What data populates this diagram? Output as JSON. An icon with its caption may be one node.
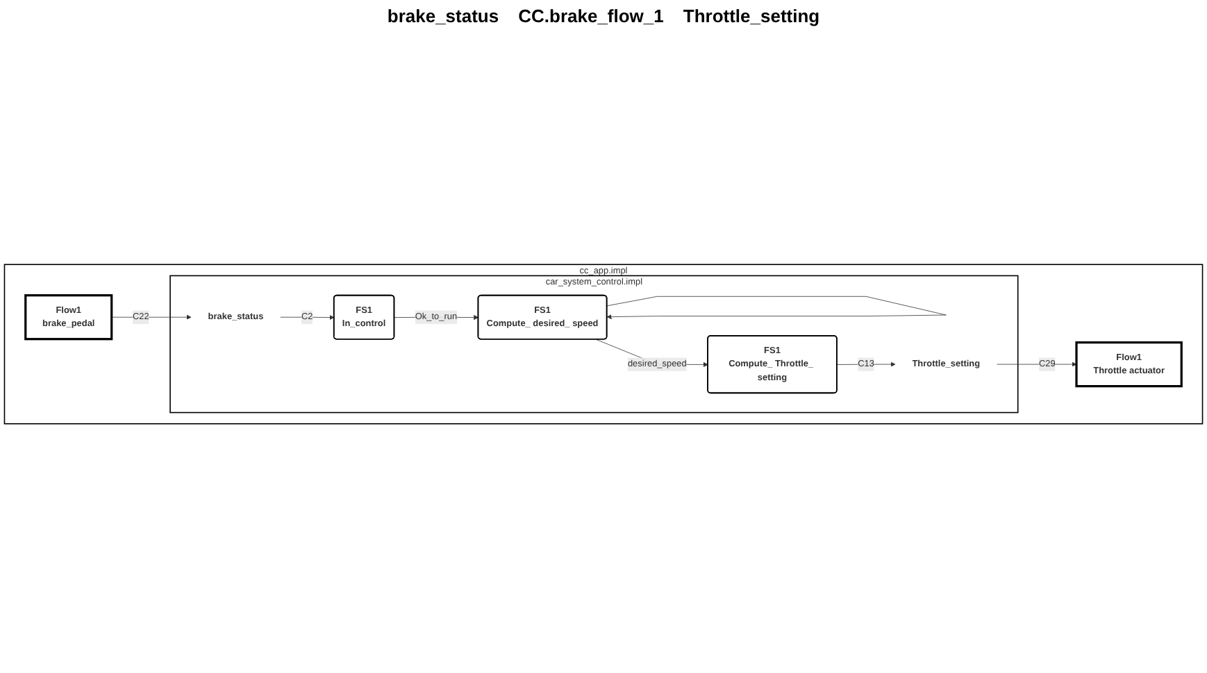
{
  "diagram": {
    "nodes": [
      {
        "text": [
          "cc_app.impl"
        ]
      },
      {
        "text": [
          "Flow1",
          "brake_pedal"
        ],
        "in": 0
      },
      {
        "text": [
          "car_system_control.impl"
        ],
        "in": 0
      },
      {
        "text": [
          "brake_status"
        ],
        "in": 2
      },
      {
        "text": [
          "FS1",
          "In_control"
        ],
        "in": 2
      },
      {
        "text": [
          "FS1",
          "Compute_ desired_ speed"
        ],
        "in": 2
      },
      {
        "text": [
          "FS1",
          "Compute_ Throttle_ setting"
        ],
        "in": 2
      },
      {
        "text": [
          "Throttle_setting"
        ],
        "in": 2
      },
      {
        "text": [
          "Flow1",
          "Throttle actuator"
        ],
        "in": 0
      }
    ],
    "edges": [
      {
        "from": 1,
        "to": 3,
        "arrow": "to",
        "label": "C22"
      },
      {
        "from": 3,
        "to": 4,
        "arrow": "to",
        "label": "C2"
      },
      {
        "from": 4,
        "to": 5,
        "arrow": "to",
        "label": "Ok_to_run"
      },
      {
        "from": 5,
        "to": 5,
        "arrow": "to"
      },
      {
        "from": 5,
        "to": 6,
        "arrow": "to",
        "label": "desired_speed"
      },
      {
        "from": 6,
        "to": 7,
        "arrow": "to",
        "label": "C13"
      },
      {
        "from": 7,
        "to": 8,
        "arrow": "to",
        "label": "C29"
      }
    ],
    "labels": [
      "brake_status",
      "CC.brake_flow_1",
      "Throttle_setting"
    ]
  }
}
